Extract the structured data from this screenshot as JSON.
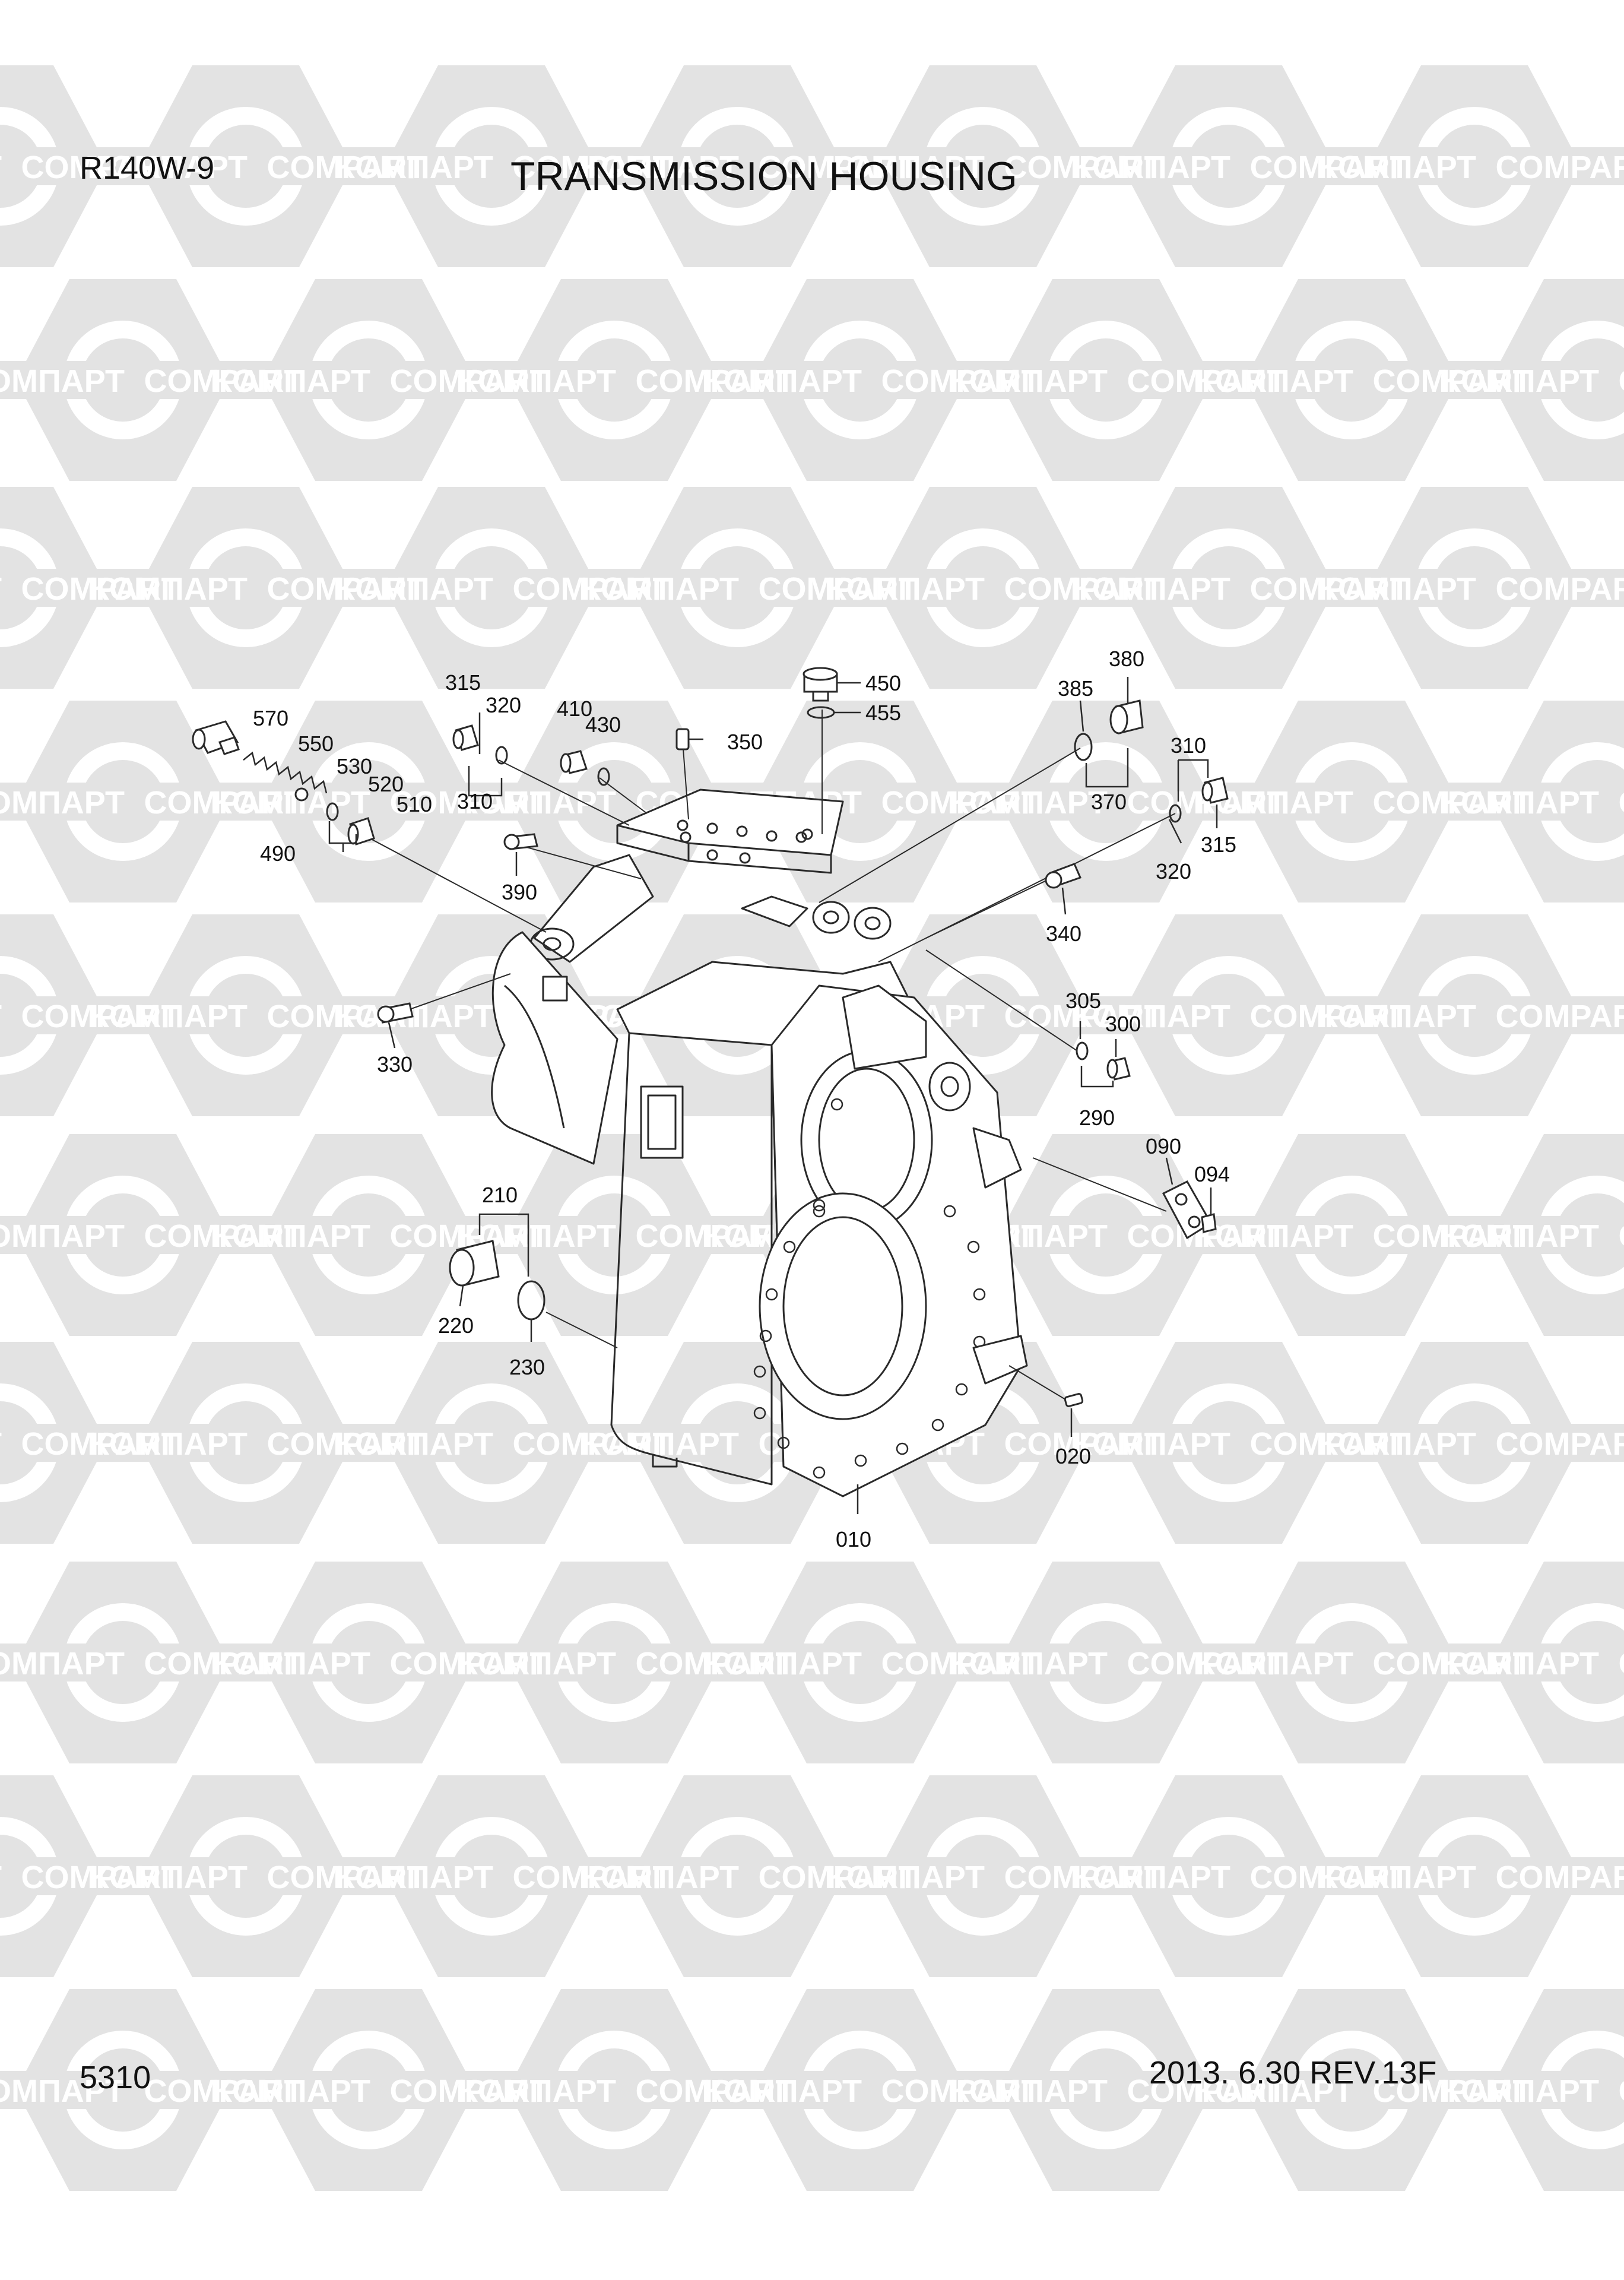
{
  "header": {
    "model": "R140W-9",
    "title": "TRANSMISSION HOUSING"
  },
  "footer": {
    "page_number": "5310",
    "date_revision": "2013. 6.30  REV.13F"
  },
  "watermark": {
    "text_cyrillic": "КОМПАРТ",
    "text_latin": "COMPART",
    "color": "#e3e3e3"
  },
  "diagram": {
    "line_color": "#2a2a2a",
    "part_numbers": {
      "p570": "570",
      "p550": "550",
      "p530": "530",
      "p520": "520",
      "p510": "510",
      "p490": "490",
      "p315a": "315",
      "p320a": "320",
      "p310a": "310",
      "p410": "410",
      "p430": "430",
      "p350": "350",
      "p450": "450",
      "p455": "455",
      "p390": "390",
      "p330": "330",
      "p385": "385",
      "p380": "380",
      "p370": "370",
      "p310b": "310",
      "p320b": "320",
      "p315b": "315",
      "p340": "340",
      "p305": "305",
      "p300": "300",
      "p290": "290",
      "p090": "090",
      "p094": "094",
      "p210": "210",
      "p220": "220",
      "p230": "230",
      "p020": "020",
      "p010": "010"
    }
  }
}
